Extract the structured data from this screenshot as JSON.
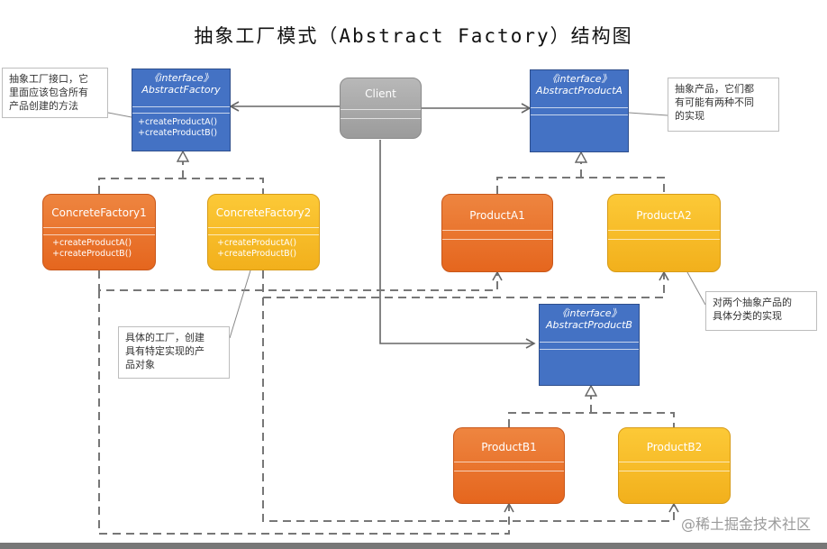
{
  "title": "抽象工厂模式（Abstract Factory）结构图",
  "stereotype": "《interface》",
  "abstract_factory": {
    "name": "AbstractFactory",
    "methods": [
      "+createProductA()",
      "+createProductB()"
    ]
  },
  "client": {
    "name": "Client"
  },
  "abstract_product_a": {
    "name": "AbstractProductA"
  },
  "abstract_product_b": {
    "name": "AbstractProductB"
  },
  "concrete_factory_1": {
    "name": "ConcreteFactory1",
    "methods": [
      "+createProductA()",
      "+createProductB()"
    ]
  },
  "concrete_factory_2": {
    "name": "ConcreteFactory2",
    "methods": [
      "+createProductA()",
      "+createProductB()"
    ]
  },
  "product_a1": {
    "name": "ProductA1"
  },
  "product_a2": {
    "name": "ProductA2"
  },
  "product_b1": {
    "name": "ProductB1"
  },
  "product_b2": {
    "name": "ProductB2"
  },
  "notes": {
    "factory_interface": [
      "抽象工厂接口，它",
      "里面应该包含所有",
      "产品创建的方法"
    ],
    "abstract_product": [
      "抽象产品，它们都",
      "有可能有两种不同",
      "的实现"
    ],
    "concrete_product": [
      "对两个抽象产品的",
      "具体分类的实现"
    ],
    "concrete_factory": [
      "具体的工厂，创建",
      "具有特定实现的产",
      "品对象"
    ]
  },
  "watermark": "@稀土掘金技术社区",
  "colors": {
    "interface": "#4472c4",
    "orange": "#e5661e",
    "yellow": "#f2b01c",
    "client": "#a6a6a6",
    "line": "#666666"
  }
}
